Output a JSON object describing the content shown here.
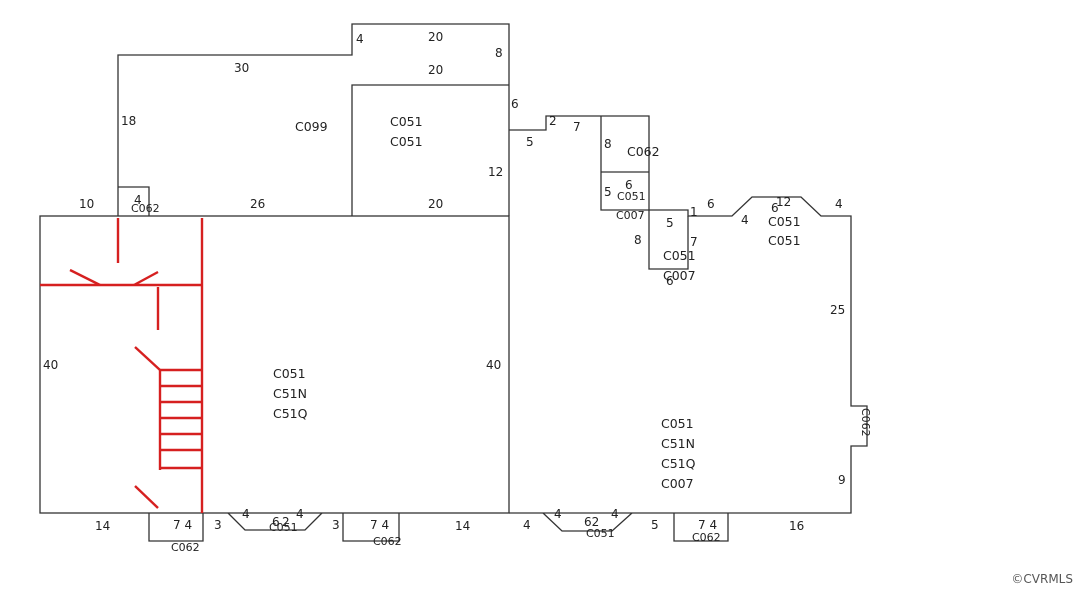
{
  "copyright": "©CVRMLS",
  "colors": {
    "wall": "#333333",
    "stair": "#d62020",
    "text": "#222222",
    "background": "#ffffff"
  },
  "labels": {
    "d30": "30",
    "d4_top": "4",
    "d20_top": "20",
    "d20_mid": "20",
    "d8_top": "8",
    "d18": "18",
    "d6_right_top": "6",
    "d12_upper": "12",
    "d2": "2",
    "d7_right": "7",
    "d5_step": "5",
    "d8_closet": "8",
    "d5_closet": "5",
    "d6_closet": "6",
    "d10": "10",
    "d4_chimney": "4",
    "d26": "26",
    "d20_lower": "20",
    "d1": "1",
    "d6_east": "6",
    "d4_bay_l": "4",
    "d6_bay": "6",
    "d12_bay": "12",
    "d4_bay_r": "4",
    "d5_box": "5",
    "d7_box": "7",
    "d8_box": "8",
    "d6_box": "6",
    "d25": "25",
    "d40_left": "40",
    "d40_mid": "40",
    "d9": "9",
    "d14_a": "14",
    "d74_a": "7 4",
    "d3_a": "3",
    "d4_b1": "4",
    "d6_b1": "6",
    "d2_b1": "2",
    "d4_b2": "4",
    "d3_b": "3",
    "d74_b": "7 4",
    "d14_b": "14",
    "d4_c1": "4",
    "d62_c": "62",
    "d4_c2": "4",
    "d5_c": "5",
    "d74_c": "7 4",
    "d16": "16",
    "c_side": "C062"
  },
  "codes": {
    "c099": "C099",
    "c051_upper_a": "C051",
    "c051_upper_b": "C051",
    "c062_closet": "C062",
    "c051_closet": "C051",
    "c007_closet": "C007",
    "c062_chimney": "C062",
    "c051_bay_a": "C051",
    "c051_bay_b": "C051",
    "c051_box": "C051",
    "c007_box": "C007",
    "main_a": "C051",
    "main_b": "C51N",
    "main_c": "C51Q",
    "right_a": "C051",
    "right_b": "C51N",
    "right_c": "C51Q",
    "right_d": "C007",
    "bottom_c062_a": "C062",
    "bottom_c051_a": "C051",
    "bottom_c062_b": "C062",
    "bottom_c051_b": "C051",
    "bottom_c062_c": "C062"
  }
}
